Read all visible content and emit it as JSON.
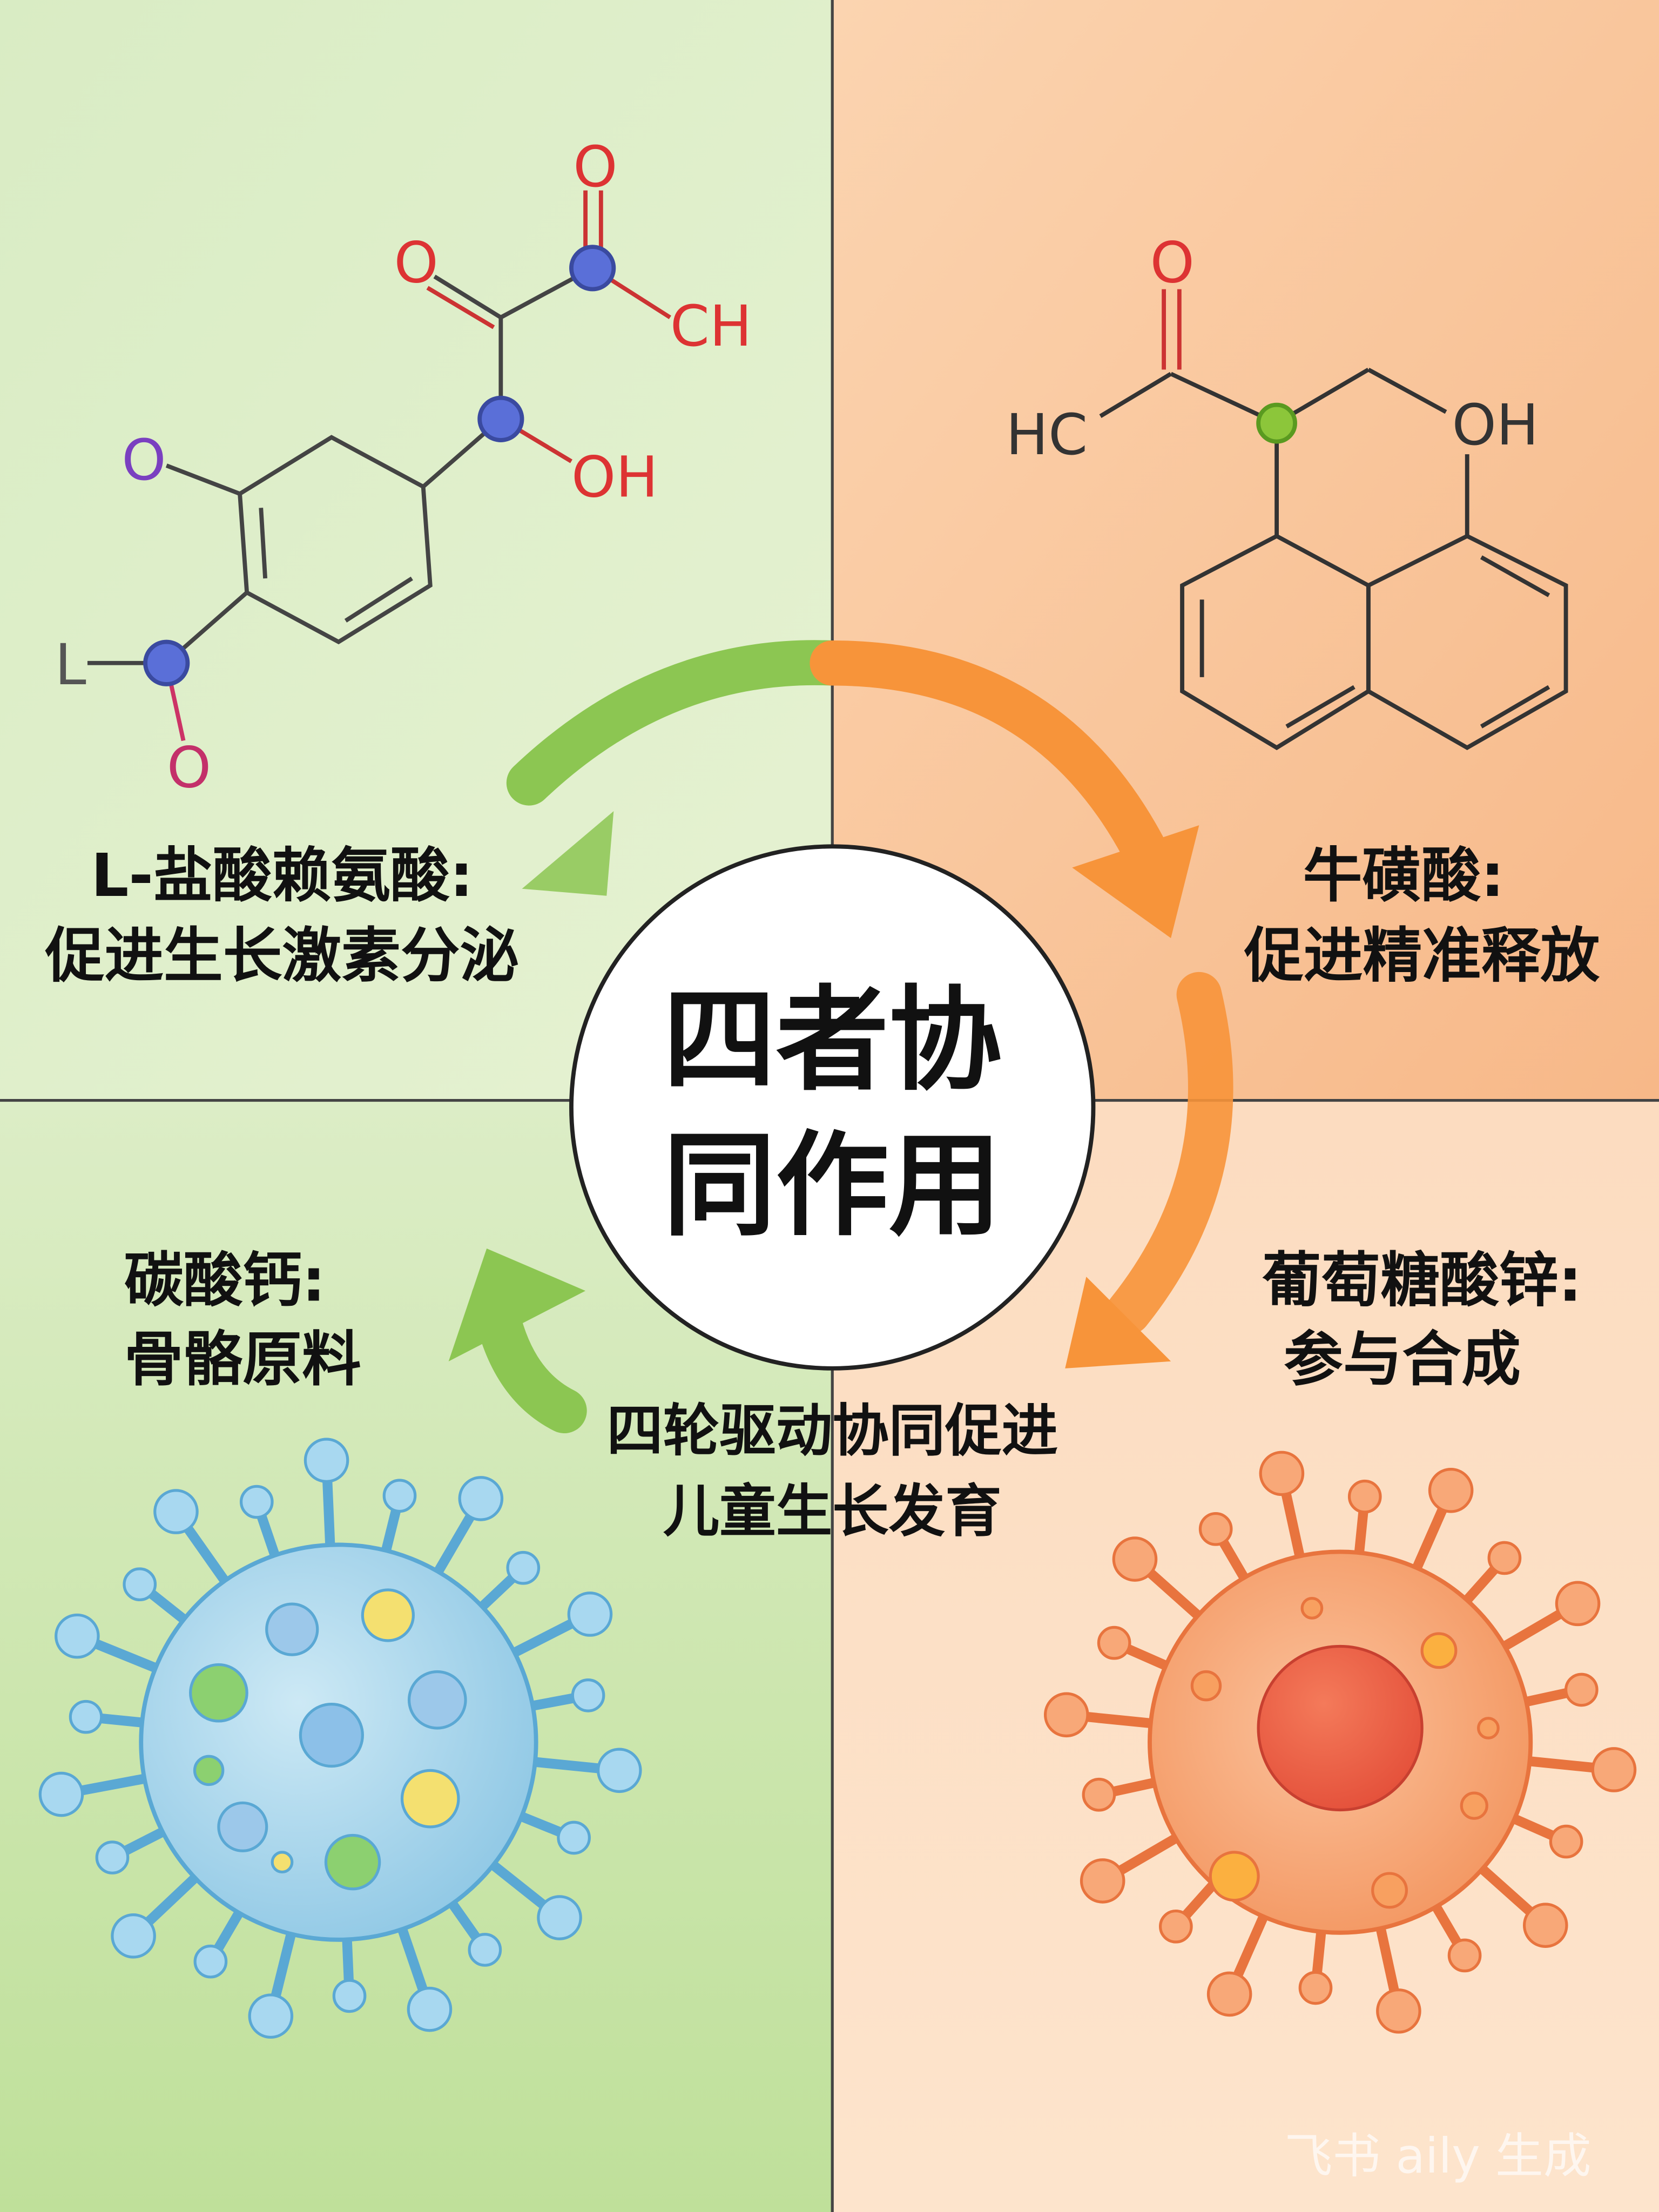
{
  "title": {
    "line1": "四者协",
    "line2": "同作用"
  },
  "quadrants": {
    "top_left": {
      "name": "L-盐酸赖氨酸:",
      "desc": "促进生长激素分泌"
    },
    "top_right": {
      "name": "牛磺酸:",
      "desc": "促进精准释放"
    },
    "bottom_left": {
      "name": "碳酸钙:",
      "desc": "骨骼原料"
    },
    "bottom_right": {
      "name": "葡萄糖酸锌:",
      "desc": "参与合成"
    }
  },
  "summary": {
    "line1": "四轮驱动协同促进",
    "line2": "儿童生长发育"
  },
  "molecule_left_atoms": {
    "o_top": "O",
    "o_left": "O",
    "ch": "CH",
    "oh": "OH",
    "o_ring": "O",
    "l": "L",
    "o_bottom": "O"
  },
  "molecule_right_atoms": {
    "o_top": "O",
    "hc": "HC",
    "oh": "OH"
  },
  "watermark": "飞书 aily 生成",
  "colors": {
    "green": "#8cc652",
    "orange": "#f7943a",
    "blue_cell": "#9fd3ec",
    "orange_cell": "#f59a6a"
  }
}
